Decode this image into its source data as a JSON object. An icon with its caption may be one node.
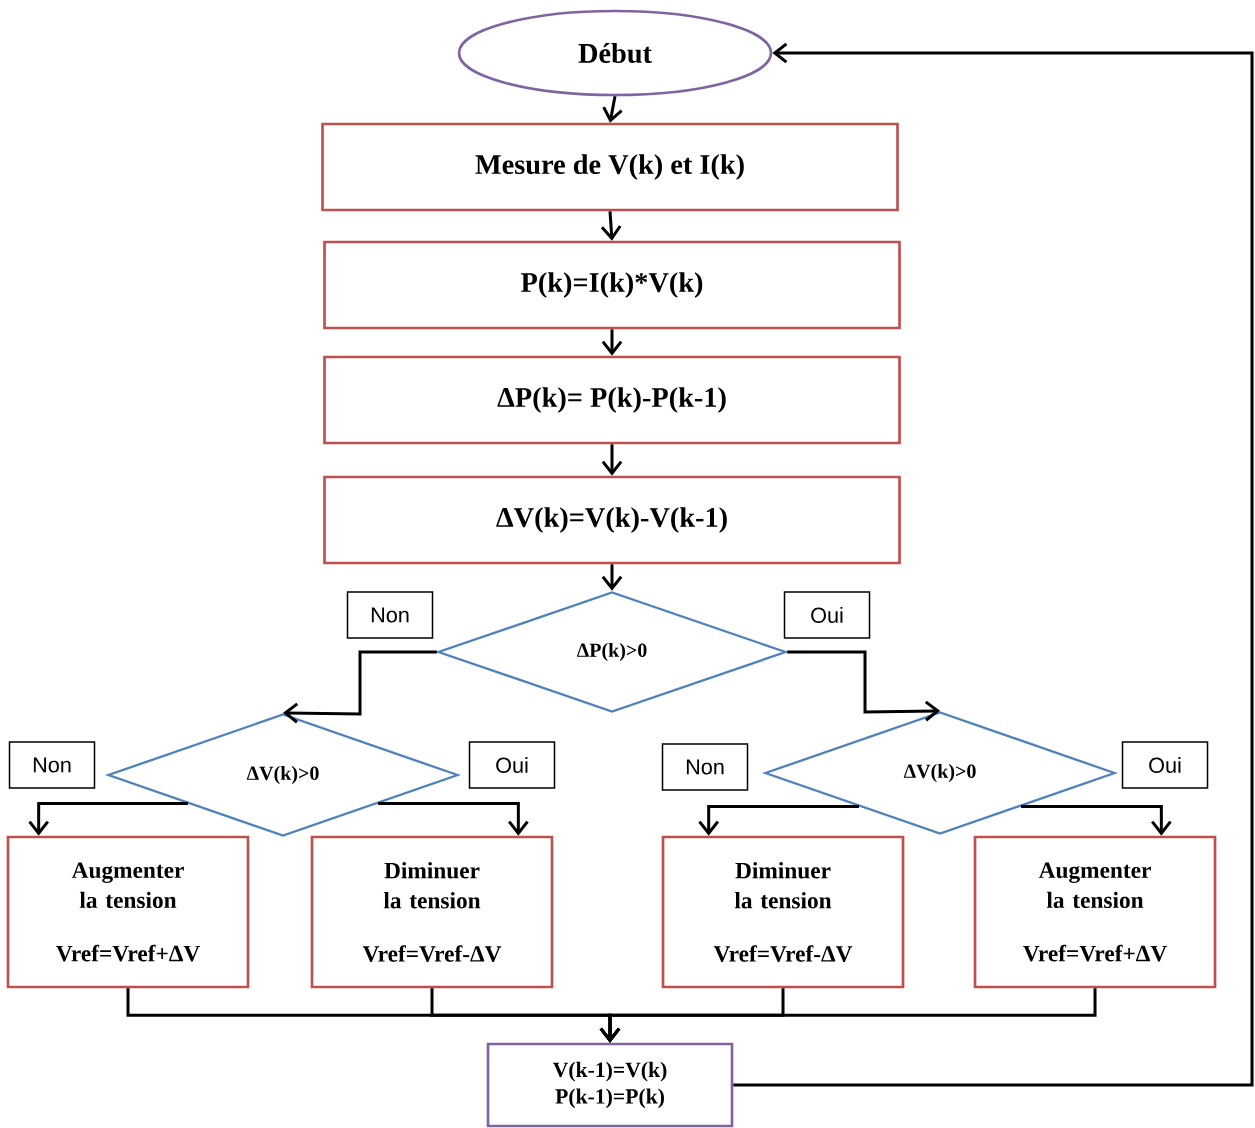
{
  "diagram": {
    "nodes": [
      {
        "text": [
          "Début"
        ]
      },
      {
        "text": [
          "Mesure de V(k) et I(k)"
        ]
      },
      {
        "text": [
          "P(k)=I(k)*V(k)"
        ]
      },
      {
        "text": [
          "ΔP(k)= P(k)-P(k-1)"
        ]
      },
      {
        "text": [
          "ΔV(k)=V(k)-V(k-1)"
        ]
      },
      {
        "text": [
          "ΔP(k)>0"
        ]
      },
      {
        "text": [
          "ΔV(k)>0"
        ]
      },
      {
        "text": [
          "ΔV(k)>0"
        ]
      },
      {
        "text": [
          "Augmenter la tension",
          "Vref=Vref+ΔV"
        ]
      },
      {
        "text": [
          "Diminuer la tension",
          "Vref=Vref-ΔV"
        ]
      },
      {
        "text": [
          "Diminuer la tension",
          "Vref=Vref-ΔV"
        ]
      },
      {
        "text": [
          "Augmenter la tension",
          "Vref=Vref+ΔV"
        ]
      },
      {
        "text": [
          "V(k-1)=V(k)",
          "P(k-1)=P(k)"
        ]
      }
    ],
    "edges": [
      {
        "from": 0,
        "to": 1,
        "arrow": "to"
      },
      {
        "from": 1,
        "to": 2,
        "arrow": "to"
      },
      {
        "from": 2,
        "to": 3,
        "arrow": "to"
      },
      {
        "from": 3,
        "to": 4,
        "arrow": "to"
      },
      {
        "from": 4,
        "to": 5,
        "arrow": "to"
      },
      {
        "from": 5,
        "to": 6,
        "arrow": "to",
        "label": "Non"
      },
      {
        "from": 5,
        "to": 7,
        "arrow": "to",
        "label": "Oui"
      },
      {
        "from": 6,
        "to": 8,
        "arrow": "to",
        "label": "Non"
      },
      {
        "from": 6,
        "to": 9,
        "arrow": "to",
        "label": "Oui"
      },
      {
        "from": 7,
        "to": 10,
        "arrow": "to",
        "label": "Non"
      },
      {
        "from": 7,
        "to": 11,
        "arrow": "to",
        "label": "Oui"
      },
      {
        "from": 8,
        "to": 12,
        "arrow": "to"
      },
      {
        "from": 9,
        "to": 12,
        "arrow": "to"
      },
      {
        "from": 10,
        "to": 12,
        "arrow": "to"
      },
      {
        "from": 11,
        "to": 12,
        "arrow": "to"
      },
      {
        "from": 12,
        "to": 0,
        "arrow": "to"
      }
    ]
  }
}
